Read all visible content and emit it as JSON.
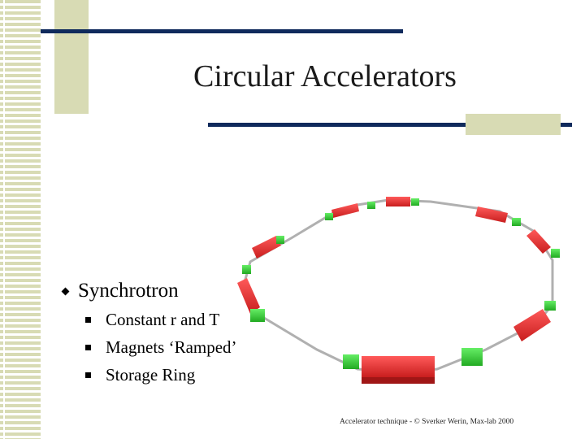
{
  "slide": {
    "title": "Circular Accelerators",
    "bullet": {
      "label": "Synchrotron",
      "sub_items": [
        "Constant r and T",
        "Magnets ‘Ramped’",
        "Storage Ring"
      ]
    },
    "image_credit": "Accelerator technique - © Sverker Werin, Max-lab 2000"
  },
  "colors": {
    "rule": "#0f2a5c",
    "accent_block": "#d8dbb4",
    "dipole_magnet": "#e03030",
    "quad_magnet": "#33cc33",
    "beam_pipe": "#b0b0b0"
  },
  "icons": [
    "diamond-bullet-icon",
    "square-bullet-icon"
  ]
}
